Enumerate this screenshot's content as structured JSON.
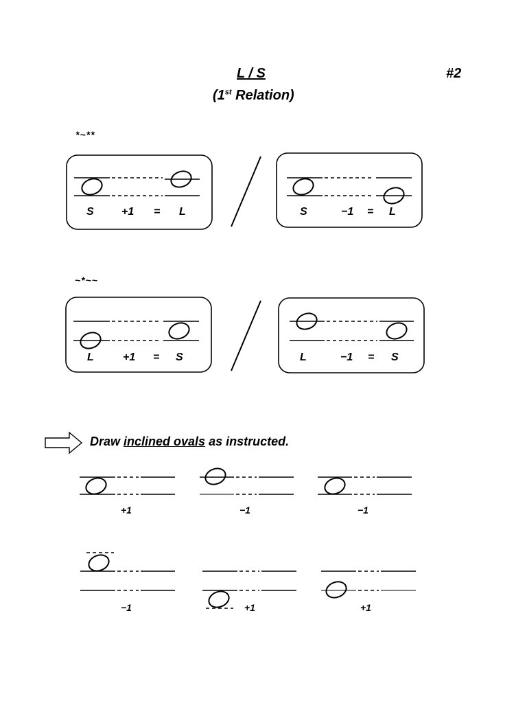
{
  "header": {
    "title": "L / S",
    "number": "#2",
    "relation_open": "(1",
    "relation_sup": "st",
    "relation_rest": " Relation)"
  },
  "pattern1": {
    "label": "*~**",
    "left_box": [
      "S",
      "+1",
      "=",
      "L"
    ],
    "right_box": [
      "S",
      "−1",
      "=",
      "L"
    ]
  },
  "pattern2": {
    "label": "~*~~",
    "left_box": [
      "L",
      "+1",
      "=",
      "S"
    ],
    "right_box": [
      "L",
      "−1",
      "=",
      "S"
    ]
  },
  "instruction": {
    "pre": "Draw ",
    "underlined": "inclined ovals",
    "post": " as instructed."
  },
  "exercises": {
    "row1": [
      "+1",
      "−1",
      "−1"
    ],
    "row2": [
      "−1",
      "+1",
      "+1"
    ]
  }
}
